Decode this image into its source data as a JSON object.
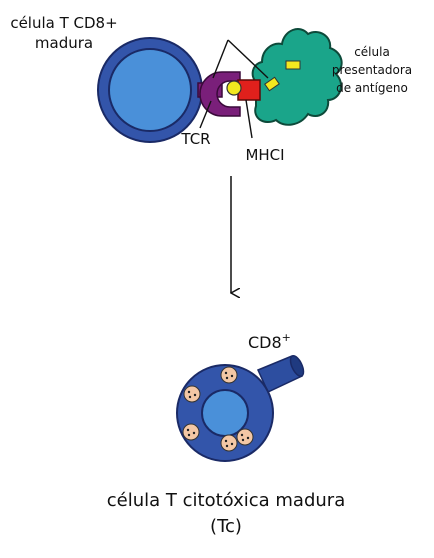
{
  "labels": {
    "mature_cd8_line1": "célula T CD8+",
    "mature_cd8_line2": "madura",
    "apc_line1": "célula",
    "apc_line2": "presentadora",
    "apc_line3": "de antígeno",
    "tcr": "TCR",
    "mhci": "MHCI",
    "cd8_marker": "CD8",
    "cd8_sup": "+",
    "result_line1": "célula T citotóxica madura",
    "result_line2": "(Tc)"
  },
  "colors": {
    "cell_outer": "#3355aa",
    "cell_inner": "#4a90d9",
    "apc_fill": "#1aa58a",
    "tcr": "#7a1f7a",
    "mhc": "#e0201c",
    "antigen": "#f2e81f",
    "granule": "#f3c7a5"
  }
}
